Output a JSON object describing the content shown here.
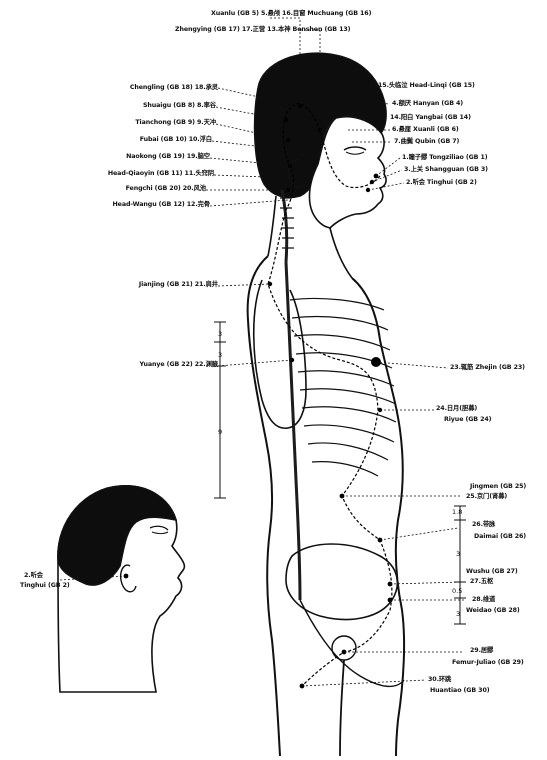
{
  "colors": {
    "ink": "#111111",
    "skin": "#ffffff",
    "hair": "#0d0d0d",
    "bone": "#1c1c1c"
  },
  "top_labels": [
    {
      "id": "gb3-gb5-gb16",
      "text": "Xuanlu (GB 5) 5.悬颅 16.目窗 Muchuang (GB 16)"
    },
    {
      "id": "gb17-gb13",
      "text": "Zhengying (GB 17) 17.正营  13.本神 Benshen (GB 13)"
    }
  ],
  "left_labels": [
    {
      "id": "gb18",
      "text": "Chengling (GB 18) 18.承灵"
    },
    {
      "id": "gb8",
      "text": "Shuaigu (GB 8) 8.率谷"
    },
    {
      "id": "gb9",
      "text": "Tianchong (GB 9) 9.天冲"
    },
    {
      "id": "gb10",
      "text": "Fubai (GB 10) 10.浮白"
    },
    {
      "id": "gb19",
      "text": "Naokong (GB 19) 19.脑空"
    },
    {
      "id": "gb11",
      "text": "Head-Qiaoyin (GB 11) 11.头窍阴"
    },
    {
      "id": "gb20",
      "text": "Fengchi (GB 20) 20.风池"
    },
    {
      "id": "gb12",
      "text": "Head-Wangu (GB 12) 12.完骨"
    },
    {
      "id": "gb21",
      "text": "Jianjing (GB 21) 21.肩井"
    },
    {
      "id": "gb22",
      "text": "Yuanye (GB 22) 22.渊腋"
    }
  ],
  "right_labels": [
    {
      "id": "gb15",
      "text": "15.头临泣 Head-Linqi (GB 15)"
    },
    {
      "id": "gb4",
      "text": "4.额厌 Hanyan (GB 4)"
    },
    {
      "id": "gb14",
      "text": "14.阳白 Yangbai (GB 14)"
    },
    {
      "id": "gb6",
      "text": "6.悬厘 Xuanli (GB 6)"
    },
    {
      "id": "gb7",
      "text": "7.曲鬓  Qubin (GB 7)"
    },
    {
      "id": "gb1",
      "text": "1.瞳子髎 Tongziliao (GB 1)"
    },
    {
      "id": "gb3",
      "text": "3.上关 Shangguan (GB 3)"
    },
    {
      "id": "gb2",
      "text": "2.听会 Tinghui (GB 2)"
    },
    {
      "id": "gb23",
      "text": "23.辄筋 Zhejin (GB 23)"
    },
    {
      "id": "gb24a",
      "text": "24.日月(胆募)"
    },
    {
      "id": "gb24b",
      "text": "Riyue (GB 24)"
    },
    {
      "id": "gb25a",
      "text": "Jingmen (GB 25)"
    },
    {
      "id": "gb25b",
      "text": "25.京门(肾募)"
    },
    {
      "id": "gb26a",
      "text": "26.带脉"
    },
    {
      "id": "gb26b",
      "text": "Daimai (GB 26)"
    },
    {
      "id": "gb27a",
      "text": "Wushu (GB 27)"
    },
    {
      "id": "gb27b",
      "text": "27.五枢"
    },
    {
      "id": "gb28a",
      "text": "28.维道"
    },
    {
      "id": "gb28b",
      "text": "Weidao (GB 28)"
    },
    {
      "id": "gb29a",
      "text": "29.居髎"
    },
    {
      "id": "gb29b",
      "text": "Femur-Juliao (GB 29)"
    },
    {
      "id": "gb30a",
      "text": "30.环跳"
    },
    {
      "id": "gb30b",
      "text": "Huantiao (GB 30)"
    }
  ],
  "inset_labels": [
    {
      "id": "gb2-inset-a",
      "text": "2.听会"
    },
    {
      "id": "gb2-inset-b",
      "text": "Tinghui (GB 2)"
    }
  ],
  "measures": {
    "left": [
      "3",
      "3",
      "9"
    ],
    "right": [
      "1.8",
      "3",
      "0.5",
      "3"
    ]
  }
}
